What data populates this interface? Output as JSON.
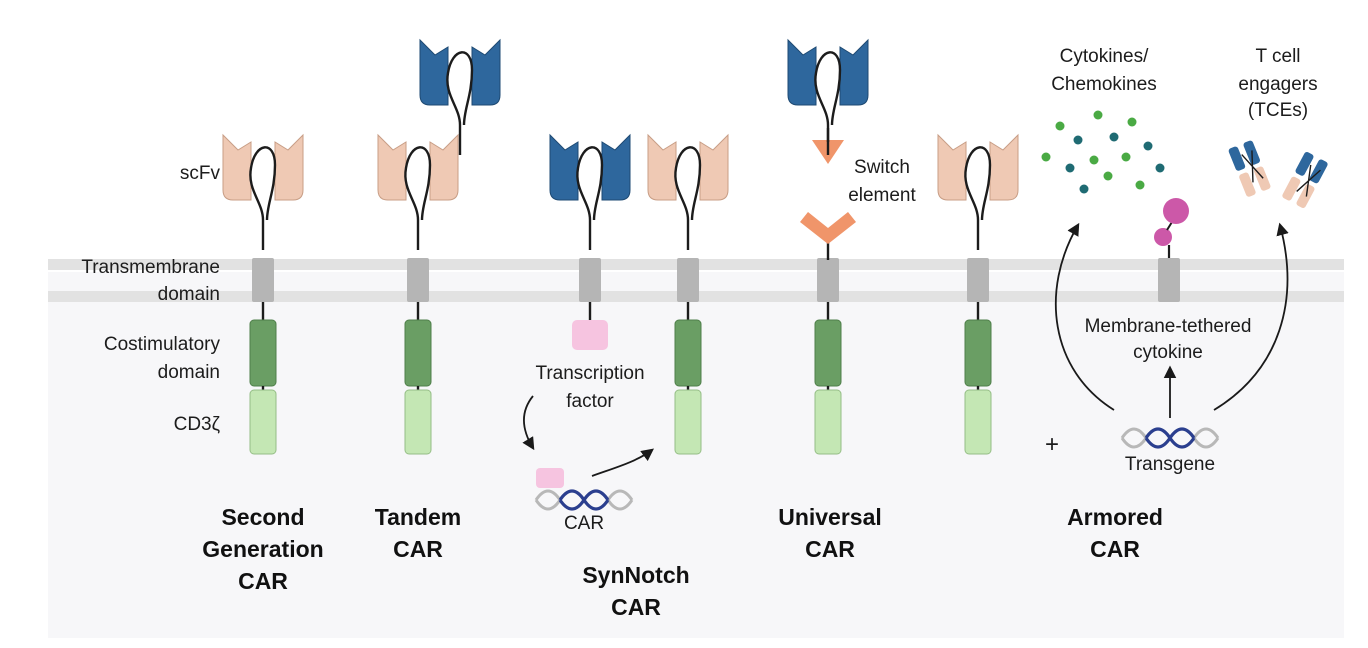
{
  "labels": {
    "scfv": "scFv",
    "transmembrane_line1": "Transmembrane",
    "transmembrane_line2": "domain",
    "costim_line1": "Costimulatory",
    "costim_line2": "domain",
    "cd3z": "CD3ζ",
    "transcription_line1": "Transcription",
    "transcription_line2": "factor",
    "car_gene": "CAR",
    "switch_line1": "Switch",
    "switch_line2": "element",
    "cytokines_line1": "Cytokines/",
    "cytokines_line2": "Chemokines",
    "tce_line1": "T cell",
    "tce_line2": "engagers",
    "tce_line3": "(TCEs)",
    "tethered_line1": "Membrane-tethered",
    "tethered_line2": "cytokine",
    "transgene": "Transgene",
    "plus": "+"
  },
  "titles": {
    "second_line1": "Second",
    "second_line2": "Generation",
    "second_line3": "CAR",
    "tandem_line1": "Tandem",
    "tandem_line2": "CAR",
    "synnotch_line1": "SynNotch",
    "synnotch_line2": "CAR",
    "universal_line1": "Universal",
    "universal_line2": "CAR",
    "armored_line1": "Armored",
    "armored_line2": "CAR"
  },
  "colors": {
    "scfv_peach": "#efc9b4",
    "scfv_blue": "#2e679d",
    "transmembrane": "#b5b5b5",
    "costimulatory": "#6a9e64",
    "cd3z": "#c4e7b4",
    "transcription_factor": "#f6c4e0",
    "switch_element": "#f0956a",
    "cytokine_green": "#4aaa44",
    "cytokine_teal": "#1f6b73",
    "tethered_cytokine": "#cc58a8",
    "membrane": "#e2e2e2",
    "cytoplasm": "#f7f7f9"
  }
}
